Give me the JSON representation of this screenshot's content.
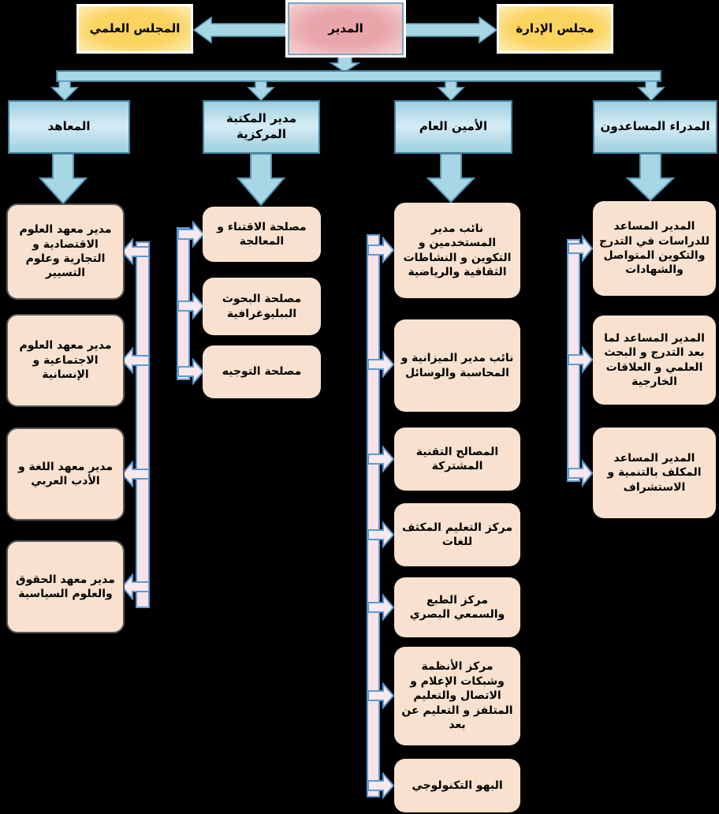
{
  "top_row": {
    "director": "المدير",
    "scientific_council": "المجلس العلمي",
    "board_of_directors": "مجلس الإدارة"
  },
  "branches": {
    "institutes": {
      "label": "المعاهد",
      "children": [
        "مدير معهد العلوم الاقتصادية و التجارية وعلوم التسيير",
        "مدير معهد العلوم الاجتماعية و الإنسانية",
        "مدير معهد اللغة و الأدب العربي",
        "مدير معهد الحقوق والعلوم السياسية"
      ]
    },
    "library": {
      "label": "مدير المكتبة المركزية",
      "children": [
        "مصلحة الاقتناء و المعالجة",
        "مصلحة البحوث الببليوغرافية",
        "مصلحة التوجيه"
      ]
    },
    "secretary_general": {
      "label": "الأمين العام",
      "children": [
        "نائب مدير المستخدمين و التكوين و النشاطات الثقافية والرياضية",
        "نائب مدير الميزانية و المحاسبة والوسائل",
        "المصالح التقنية المشتركة",
        "مركز التعليم المكثف للغات",
        "مركز الطبع والسمعي البصري",
        "مركز الأنظمة وشبكات الإعلام و الاتصال والتعليم المتلفز و التعليم عن بعد",
        "البهو التكنولوجي"
      ]
    },
    "assistant_directors": {
      "label": "المدراء المساعدون",
      "children": [
        "المدير المساعد للدراسات في التدرج والتكوين المتواصل والشهادات",
        "المدير المساعد لما بعد التدرج و البحث العلمي و العلاقات الخارجية",
        "المدير المساعد المكلف بالتنمية و الاستشراف"
      ]
    }
  },
  "colors": {
    "background": "#000000",
    "director_fill": "#e8a6ab",
    "council_yellow": "#fbd35f",
    "branch_blue_fill": "#bfe2ee",
    "branch_blue_border": "#44809c",
    "connector_blue": "#a7d6e5",
    "connector_blue_border": "#5e9fba",
    "child_peach": "#f8e2cf",
    "pink_bar_fill": "#f8e3e8",
    "pink_bar_border": "#5b9bd5"
  }
}
